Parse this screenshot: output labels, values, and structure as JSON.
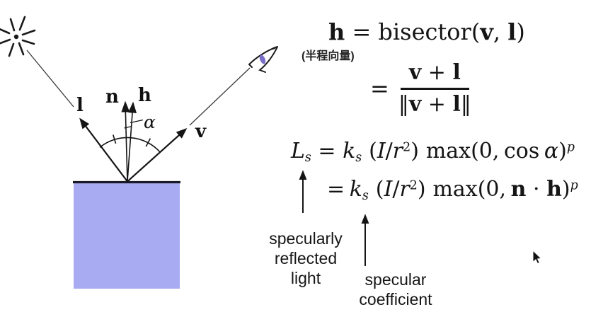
{
  "colors": {
    "surface_fill": "#a9abf2",
    "surface_edge": "#1b1b28",
    "eye_iris": "#7b6ec9",
    "ink": "#151515"
  },
  "diagram": {
    "vector_labels": {
      "l": "l",
      "n": "n",
      "h": "h",
      "v": "v"
    },
    "angle_label": "α",
    "icons": [
      "light-source-icon",
      "eye-icon"
    ]
  },
  "formula_bisector": {
    "h": "h",
    "eq": " = ",
    "func_open": "bisector(",
    "v": "v",
    "comma": ", ",
    "l": "l",
    "close": ")",
    "annotation": "(半程向量)",
    "eq2": "=",
    "num_v": "v",
    "num_plus": " + ",
    "num_l": "l",
    "den_open": "‖",
    "den_v": "v",
    "den_plus": " + ",
    "den_l": "l",
    "den_close": "‖"
  },
  "formula_specular": {
    "line1": {
      "L": "L",
      "L_sub": "s",
      "eq": " = ",
      "k": "k",
      "k_sub": "s",
      "open": "(",
      "I": "I",
      "slash": "/",
      "r": "r",
      "r_sup": "2",
      "close": ")",
      "max_open": "max(0,",
      "cos": "cos",
      "alpha": "α",
      "close2": ")",
      "p_sup": "p"
    },
    "line2": {
      "eq": "=",
      "k": "k",
      "k_sub": "s",
      "open": "(",
      "I": "I",
      "slash": "/",
      "r": "r",
      "r_sup": "2",
      "close": ")",
      "max_open": "max(0,",
      "n": "n",
      "dot": " · ",
      "h": "h",
      "close2": ")",
      "p_sup": "p"
    }
  },
  "annotations": {
    "specularly_reflected_light": "specularly\nreflected\nlight",
    "specular_coefficient": "specular\ncoefficient"
  }
}
